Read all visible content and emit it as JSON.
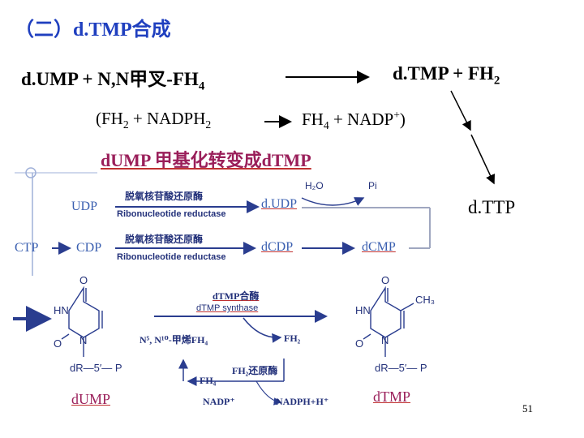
{
  "heading": "（二）d.TMP合成",
  "reaction1": {
    "left": "d.UMP + N,N甲叉-FH",
    "left_sub": "4",
    "right": "d.TMP + FH",
    "right_sub": "2"
  },
  "reaction2": {
    "a": "(FH",
    "a_sub": "2",
    "b": " + NADPH",
    "b_sub": "2",
    "c": "FH",
    "c_sub": "4",
    "d": " + NADP",
    "d_sup": "+",
    "e": ")"
  },
  "dttp": "d.TTP",
  "diagram": {
    "title": "dUMP 甲基化转变成dTMP",
    "h2o": "H₂O",
    "pi": "Pi",
    "udp": "UDP",
    "cdp": "CDP",
    "ctp": "CTP",
    "dudp": "d.UDP",
    "dcdp": "dCDP",
    "dcmp": "dCMP",
    "enzyme_cn_1": "脱氧核苷酸还原酶",
    "enzyme_en_1": "Ribonucleotide reductase",
    "enzyme_cn_2": "脱氧核苷酸还原酶",
    "enzyme_en_2": "Ribonucleotide reductase",
    "synthase_cn": "dTMP合酶",
    "synthase_en": "dTMP synthase",
    "cofactor_left": "N⁵, N¹⁰-甲烯FH₄",
    "cofactor_right": "FH₂",
    "reductase_cn": "FH₂还原酶",
    "fh4": "FH₄",
    "nadp": "NADP⁺",
    "nadph": "NADPH+H⁺",
    "dump": "dUMP",
    "dtmp": "dTMP",
    "struct_left": {
      "o_top": "O",
      "hn": "HN",
      "o_bottom": "O",
      "n": "N",
      "sugar": "dR—5′— P"
    },
    "struct_right": {
      "o_top": "O",
      "hn": "HN",
      "ch3": "CH₃",
      "o_bottom": "O",
      "n": "N",
      "sugar": "dR—5′— P"
    }
  },
  "page_number": "51"
}
